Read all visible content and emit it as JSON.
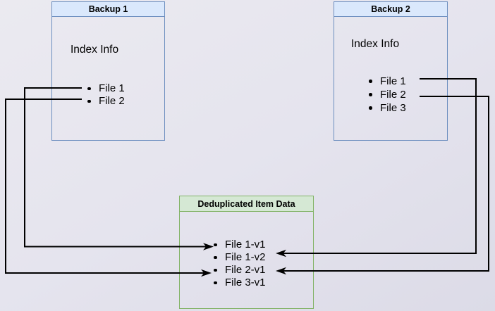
{
  "nodes": {
    "backup1": {
      "title": "Backup 1",
      "subtitle": "Index Info",
      "files": [
        "File 1",
        "File 2"
      ]
    },
    "backup2": {
      "title": "Backup 2",
      "subtitle": "Index Info",
      "files": [
        "File 1",
        "File 2",
        "File 3"
      ]
    },
    "dedup": {
      "title": "Deduplicated Item Data",
      "items": [
        "File 1-v1",
        "File 1-v2",
        "File 2-v1",
        "File 3-v1"
      ]
    }
  },
  "edges": [
    {
      "from": "Backup 1 / File 1",
      "to": "File 1-v1",
      "arrow_points": "right"
    },
    {
      "from": "Backup 1 / File 2",
      "to": "File 2-v1",
      "arrow_points": "right"
    },
    {
      "from": "Backup 2 / File 1",
      "to": "File 1-v2",
      "arrow_points": "left"
    },
    {
      "from": "Backup 2 / File 2",
      "to": "File 2-v1",
      "arrow_points": "left"
    }
  ],
  "colors": {
    "background": "#e5e4ee",
    "blue_node_border": "#6c8ebf",
    "blue_node_header_fill": "#dae8fc",
    "green_node_border": "#82b366",
    "green_node_header_fill": "#d5e8d4",
    "connector": "#000000",
    "text": "#000000"
  }
}
